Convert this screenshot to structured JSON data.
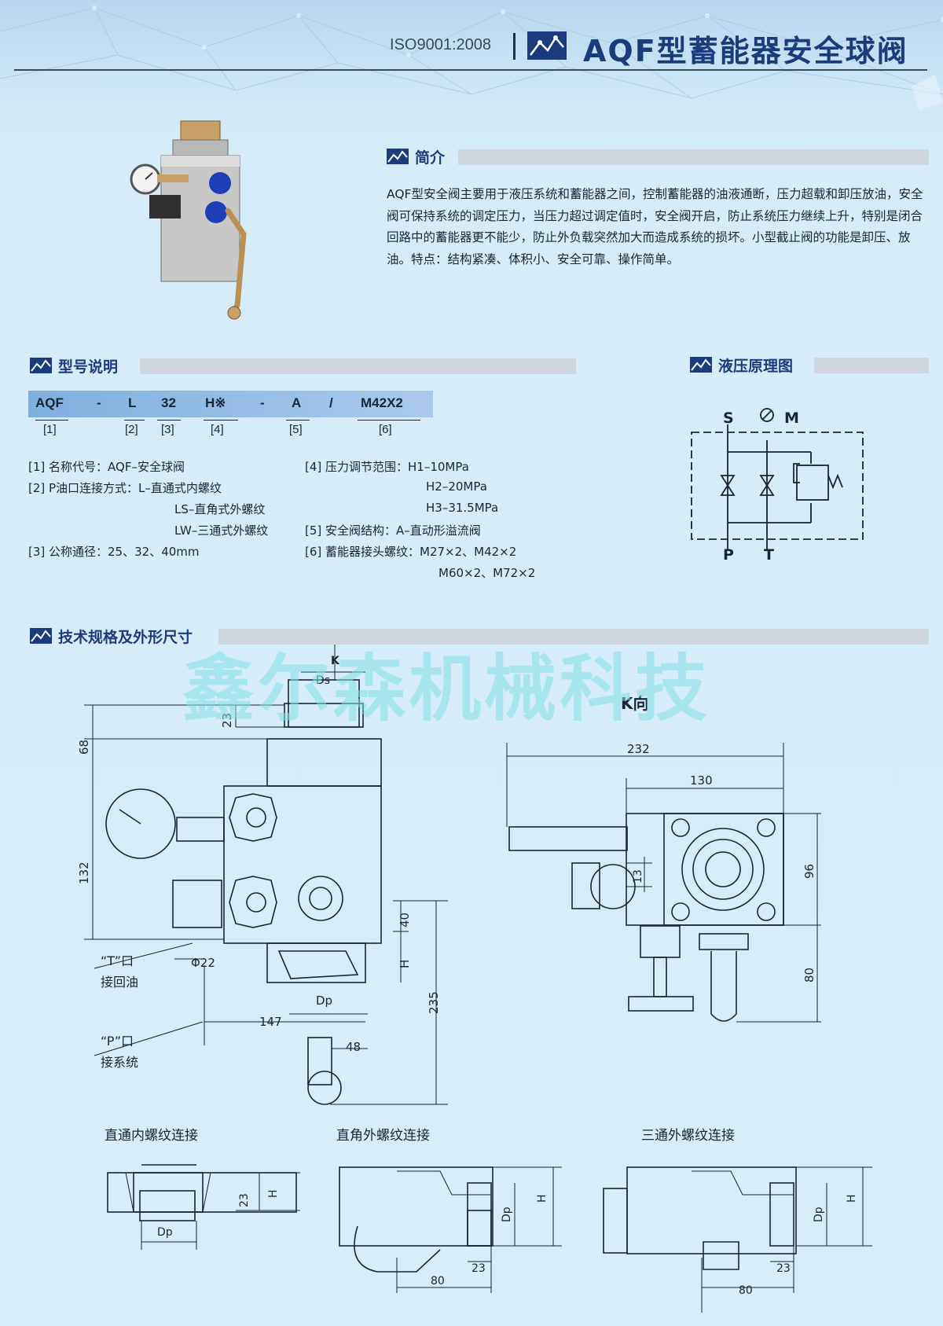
{
  "header": {
    "iso": "ISO9001:2008",
    "title": "AQF型蓄能器安全球阀"
  },
  "intro": {
    "title": "简介",
    "text": "AQF型安全阀主要用于液压系统和蓄能器之间，控制蓄能器的油液通断，压力超载和卸压放油，安全阀可保持系统的调定压力，当压力超过调定值时，安全阀开启，防止系统压力继续上升，特别是闭合回路中的蓄能器更不能少，防止外负载突然加大而造成系统的损坏。小型截止阀的功能是卸压、放油。特点：结构紧凑、体积小、安全可靠、操作简单。"
  },
  "model": {
    "title": "型号说明",
    "codes": [
      "AQF",
      "-",
      "L",
      "32",
      "H※",
      "-",
      "A",
      "/",
      "M42X2"
    ],
    "nums": [
      "[1]",
      "[2]",
      "[3]",
      "[4]",
      "[5]",
      "[6]"
    ],
    "left": [
      "[1] 名称代号：AQF–安全球阀",
      "[2] P油口连接方式：L–直通式内螺纹",
      "LS–直角式外螺纹",
      "LW–三通式外螺纹",
      "[3] 公称通径：25、32、40mm"
    ],
    "right": [
      "[4] 压力调节范围：H1–10MPa",
      "H2–20MPa",
      "H3–31.5MPa",
      "[5] 安全阀结构：A–直动形溢流阀",
      "[6] 蓄能器接头螺纹：M27×2、M42×2",
      "M60×2、M72×2"
    ]
  },
  "hydraulic": {
    "title": "液压原理图",
    "S": "S",
    "M": "M",
    "P": "P",
    "T": "T"
  },
  "spec": {
    "title": "技术规格及外形尺寸",
    "watermark": "鑫尔森机械科技",
    "main": {
      "k": "K",
      "ds": "Ds",
      "d23": "23",
      "d68": "68",
      "d132": "132",
      "d40": "40",
      "h": "H",
      "d235": "235",
      "phi22": "Φ22",
      "dp": "Dp",
      "d147": "147",
      "d48": "48",
      "t_port": "“T”口",
      "t_sub": "接回油",
      "p_port": "“P”口",
      "p_sub": "接系统"
    },
    "kview": {
      "title": "K向",
      "d232": "232",
      "d130": "130",
      "d13": "13",
      "d96": "96",
      "d80": "80"
    },
    "conn": [
      {
        "title": "直通内螺纹连接",
        "d23": "23",
        "h": "H",
        "dp": "Dp"
      },
      {
        "title": "直角外螺纹连接",
        "h": "H",
        "dp": "Dp",
        "d23": "23",
        "d80": "80"
      },
      {
        "title": "三通外螺纹连接",
        "h": "H",
        "dp": "Dp",
        "d23": "23",
        "d80": "80"
      }
    ]
  }
}
